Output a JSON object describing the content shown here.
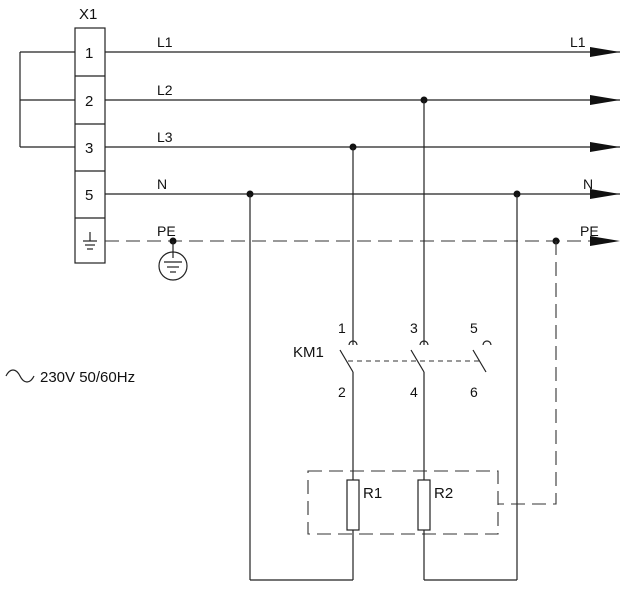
{
  "terminal_block": {
    "name": "X1",
    "terminals": [
      "1",
      "2",
      "3",
      "5"
    ]
  },
  "lines": {
    "l1_left": "L1",
    "l1_right": "L1",
    "l2": "L2",
    "l3": "L3",
    "n_left": "N",
    "n_right": "N",
    "pe_left": "PE",
    "pe_right": "PE"
  },
  "contactor": {
    "name": "KM1",
    "top_pins": [
      "1",
      "3",
      "5"
    ],
    "bottom_pins": [
      "2",
      "4",
      "6"
    ]
  },
  "resistors": [
    "R1",
    "R2"
  ],
  "supply": {
    "symbol": "~",
    "text": "230V 50/60Hz"
  }
}
